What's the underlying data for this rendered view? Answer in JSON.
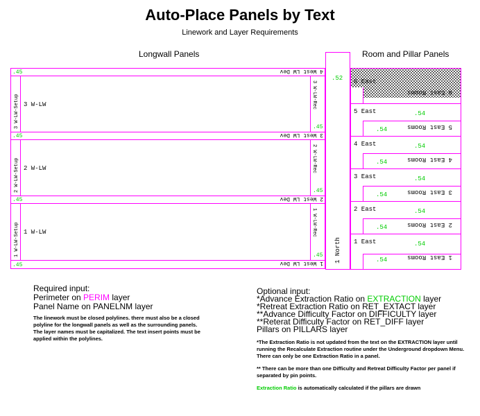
{
  "title": "Auto-Place Panels by Text",
  "subtitle": "Linework and Layer Requirements",
  "colors": {
    "perim": "#ff00ff",
    "extraction": "#00cc00",
    "text": "#000000"
  },
  "longwall": {
    "heading": "Longwall Panels",
    "ratio": ".45",
    "panels": [
      {
        "name": "3  W-LW",
        "setup": "3 W-LW-Setup",
        "rec": "3 W-LW-Rec",
        "dev": "4 West LW Dev"
      },
      {
        "name": "2  W-LW",
        "setup": "2 W-LW-Setup",
        "rec": "2 W-LW-Rec",
        "dev": "3 West LW Dev"
      },
      {
        "name": "1  W-LW",
        "setup": "1 W-LW-Setup",
        "rec": "1 W-LW-Rec",
        "dev": "2 West LW Dev"
      }
    ],
    "bottom_dev": "1 West LW Dev"
  },
  "main_column": {
    "label": "1  North",
    "ratio": ".52"
  },
  "pillars": {
    "heading": "Room and Pillar Panels",
    "top_text_1": "6 East",
    "top_text_2": "6 East Rooms",
    "rows": [
      {
        "name": "5  East",
        "ratio": ".54",
        "rooms": "5 East Rooms",
        "rooms_ratio": ".54"
      },
      {
        "name": "4  East",
        "ratio": ".54",
        "rooms": "4 East Rooms",
        "rooms_ratio": ".54"
      },
      {
        "name": "3  East",
        "ratio": ".54",
        "rooms": "3 East Rooms",
        "rooms_ratio": ".54"
      },
      {
        "name": "2  East",
        "ratio": ".54",
        "rooms": "2 East Rooms",
        "rooms_ratio": ".54"
      },
      {
        "name": "1  East",
        "ratio": ".54",
        "rooms": "1 East Rooms",
        "rooms_ratio": ".54"
      }
    ]
  },
  "required": {
    "heading": "Required input:",
    "perim_prefix": "Perimeter on ",
    "perim_word": "PERIM",
    "perim_suffix": " layer",
    "panel_line": "Panel Name on PANELNM layer",
    "note": "The linework must be closed polylines.  there must also be a closed polyline for the longwall panels as well as the surrounding panels.  The layer names must be capitalized.  The text insert points must be applied within the polylines."
  },
  "optional": {
    "heading": "Optional input:",
    "line1_prefix": "*Advance Extraction Ratio on ",
    "line1_word": "EXTRACTION",
    "line1_suffix": " layer",
    "line2": "*Retreat Extraction Ratio on RET_EXTACT layer",
    "line3": "**Advance Difficulty Factor on DIFFICULTY layer",
    "line4": "**Reterat Difficulty Factor on RET_DIFF layer",
    "line5": "Pillars on PILLARS layer",
    "note1": "*The Extraction Ratio is not updated from the text on the EXTRACTION layer until running the Recalculate Extraction routine under the Underground dropdown Menu.  There can only be one Extraction Ratio in a panel.",
    "note2": "** There can be more than one Difficulty and Retreat Difficulty Factor per panel if separated by pin points.",
    "note3_word": "Extraction Ratio",
    "note3_suffix": " is automatically calculated if the pillars are drawn"
  }
}
